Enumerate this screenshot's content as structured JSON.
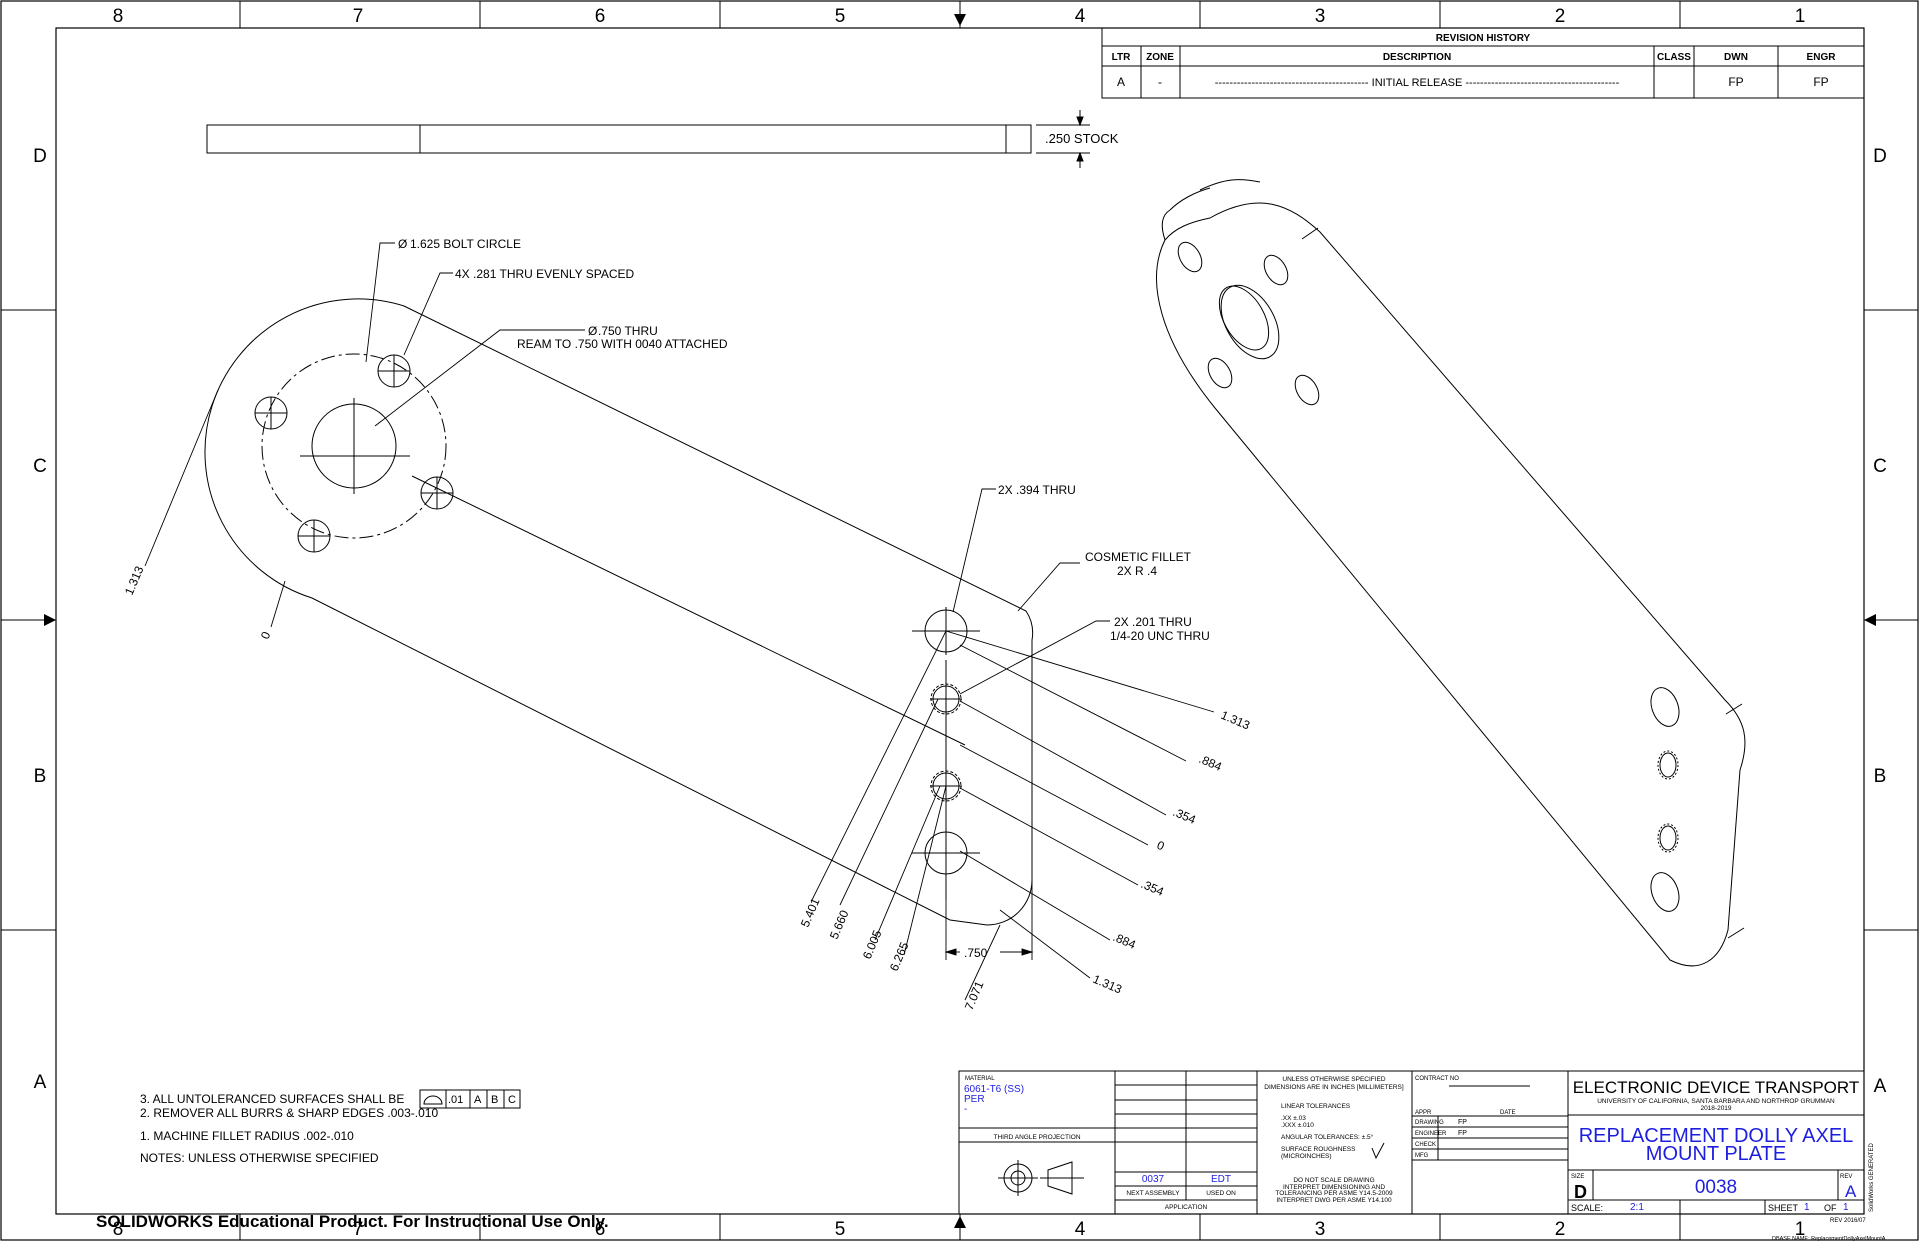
{
  "border": {
    "columns": [
      "8",
      "7",
      "6",
      "5",
      "4",
      "3",
      "2",
      "1"
    ],
    "rows": [
      "D",
      "C",
      "B",
      "A"
    ]
  },
  "revision_history": {
    "title": "REVISION HISTORY",
    "headers": [
      "LTR",
      "ZONE",
      "DESCRIPTION",
      "CLASS",
      "DWN",
      "ENGR"
    ],
    "row": {
      "ltr": "A",
      "zone": "-",
      "description": "------------------------------------------ INITIAL RELEASE ------------------------------------------",
      "class": "",
      "dwn": "FP",
      "engr": "FP"
    }
  },
  "callouts": {
    "stock": ".250 STOCK",
    "bolt_circle": "1.625 BOLT CIRCLE",
    "holes_281": "4X  .281 THRU EVENLY SPACED",
    "hole_750": " .750 THRU",
    "hole_750_note": "REAM TO .750 WITH 0040 ATTACHED",
    "holes_394": "2X  .394 THRU",
    "fillet_1": "COSMETIC FILLET",
    "fillet_2": "2X R .4",
    "holes_201": "2X  .201 THRU",
    "holes_201_note": "1/4-20 UNC  THRU",
    "width_750": ".750",
    "diameter_symbol": "Ø"
  },
  "ordinates_lower": [
    "5.401",
    "5.660",
    "6.005",
    "6.265",
    "7.071"
  ],
  "ordinates_right": [
    "1.313",
    ".884",
    ".354",
    "0",
    ".354",
    ".884",
    "1.313"
  ],
  "ordinates_left": [
    "1.313",
    "0"
  ],
  "notes": {
    "n3_prefix": "3.  ALL UNTOLERANCED SURFACES SHALL BE",
    "n3_frame": [
      ".01",
      "A",
      "B",
      "C"
    ],
    "n2": "2.  REMOVER ALL BURRS & SHARP EDGES .003-.010",
    "n1": "1.  MACHINE FILLET RADIUS .002-.010",
    "heading": "NOTES: UNLESS OTHERWISE SPECIFIED"
  },
  "title_block": {
    "material_label": "MATERIAL",
    "material": "6061-T6 (SS)",
    "material_2": "PER",
    "material_3": "-",
    "projection": "THIRD ANGLE PROJECTION",
    "next_assembly_value": "0037",
    "used_on_value": "EDT",
    "next_assembly_label": "NEXT ASSEMBLY",
    "used_on_label": "USED ON",
    "application": "APPLICATION",
    "tol_1": "UNLESS OTHERWISE SPECIFIED",
    "tol_2": "DIMENSIONS ARE IN INCHES [MILLIMETERS]",
    "tol_3": "LINEAR TOLERANCES",
    "tol_4": ".XX    ±.03",
    "tol_5": ".XXX   ±.010",
    "tol_6": "ANGULAR TOLERANCES: ±.5°",
    "tol_7": "SURFACE ROUGHNESS",
    "tol_8": "(MICROINCHES)",
    "tol_9": "DO NOT SCALE DRAWING",
    "tol_10": "INTERPRET DIMENSIONING AND",
    "tol_11": "TOLERANCING PER ASME Y14.5-2009",
    "tol_12": "INTERPRET DWG PER ASME Y14.100",
    "contract_no": "CONTRACT NO",
    "appr": "APPR",
    "date": "DATE",
    "drawing_label": "DRAWING",
    "drawing_value": "FP",
    "engineer_label": "ENGINEER",
    "engineer_value": "FP",
    "check_label": "CHECK",
    "mfg_label": "MFG",
    "company": "ELECTRONIC DEVICE TRANSPORT",
    "org": "UNIVERSITY OF CALIFORNIA, SANTA BARBARA AND NORTHROP GRUMMAN",
    "year": "2018-2019",
    "title_1": "REPLACEMENT DOLLY AXEL",
    "title_2": "MOUNT PLATE",
    "size_label": "SIZE",
    "size": "D",
    "dwg_no": "0038",
    "rev_label": "REV",
    "rev": "A",
    "scale_label": "SCALE:",
    "scale": "2:1",
    "sheet_label": "SHEET",
    "sheet": "1",
    "of_label": "OF",
    "of": "1",
    "rev_date": "REV 2016/07",
    "dbase": "DBASE NAME: ReplacementDollyAxelMountA",
    "side_text": "SolidWorks GENERATED"
  },
  "watermark": "SOLIDWORKS Educational Product. For Instructional Use Only."
}
